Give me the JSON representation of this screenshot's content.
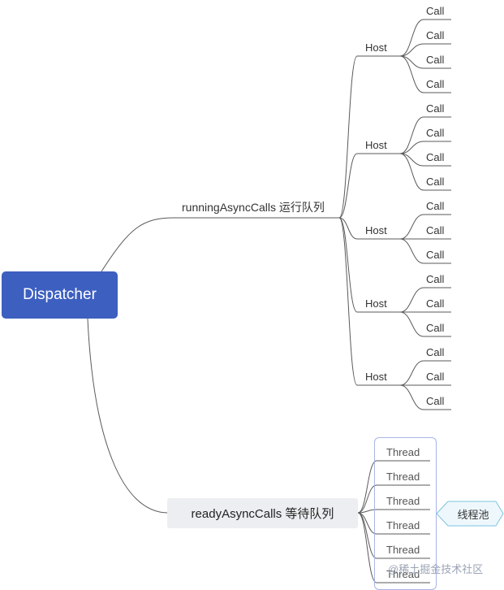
{
  "root": {
    "label": "Dispatcher",
    "color": "#3d5fc0"
  },
  "running": {
    "label": "runningAsyncCalls 运行队列",
    "hosts": [
      {
        "label": "Host",
        "calls": [
          "Call",
          "Call",
          "Call",
          "Call"
        ]
      },
      {
        "label": "Host",
        "calls": [
          "Call",
          "Call",
          "Call",
          "Call"
        ]
      },
      {
        "label": "Host",
        "calls": [
          "Call",
          "Call",
          "Call"
        ]
      },
      {
        "label": "Host",
        "calls": [
          "Call",
          "Call",
          "Call"
        ]
      },
      {
        "label": "Host",
        "calls": [
          "Call",
          "Call",
          "Call"
        ]
      }
    ]
  },
  "ready": {
    "label": "readyAsyncCalls 等待队列",
    "threads": [
      "Thread",
      "Thread",
      "Thread",
      "Thread",
      "Thread",
      "Thread"
    ],
    "pool_label": "线程池"
  },
  "watermark": "@稀土掘金技术社区"
}
